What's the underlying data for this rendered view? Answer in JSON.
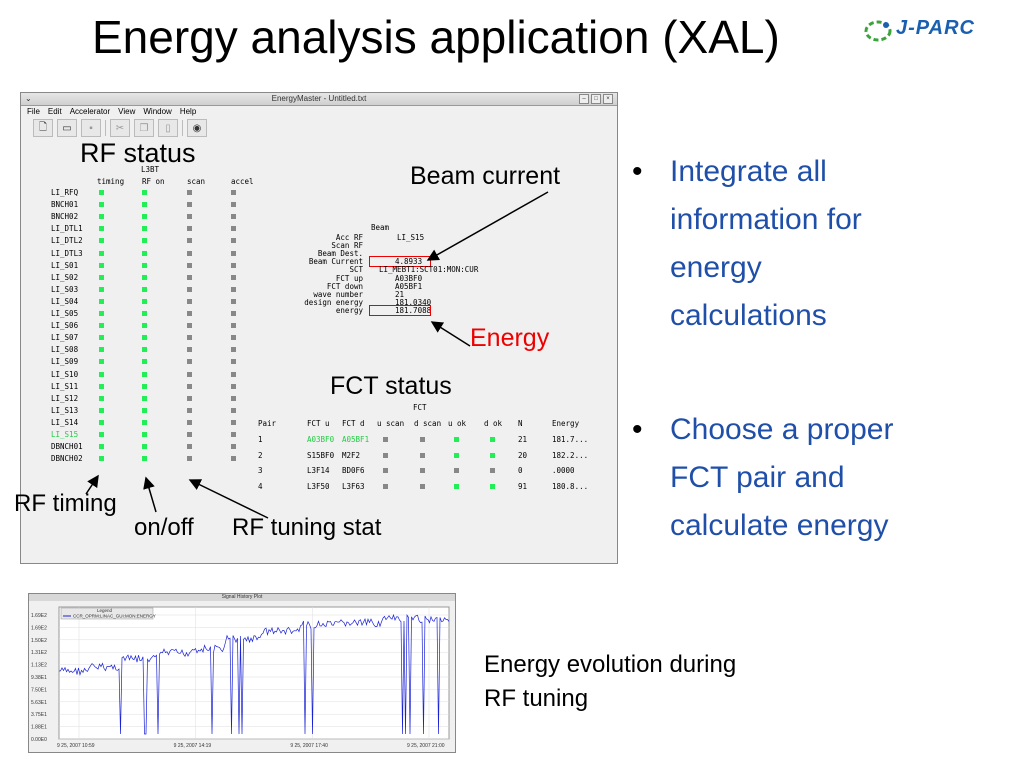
{
  "slide": {
    "title": "Energy analysis application (XAL)",
    "logo_text": "J-PARC"
  },
  "window": {
    "title": "EnergyMaster - Untitled.txt",
    "menu": [
      "File",
      "Edit",
      "Accelerator",
      "View",
      "Window",
      "Help"
    ]
  },
  "rf_table": {
    "headers": [
      "timing",
      "RF on",
      "scan",
      "accel"
    ],
    "header_extra": "L3BT",
    "rows": [
      {
        "name": "LI_RFQ",
        "timing": "g",
        "rfon": "g",
        "scan": "gr",
        "accel": "gr",
        "hl": false
      },
      {
        "name": "BNCH01",
        "timing": "g",
        "rfon": "g",
        "scan": "gr",
        "accel": "gr",
        "hl": false
      },
      {
        "name": "BNCH02",
        "timing": "g",
        "rfon": "g",
        "scan": "gr",
        "accel": "gr",
        "hl": false
      },
      {
        "name": "LI_DTL1",
        "timing": "g",
        "rfon": "g",
        "scan": "gr",
        "accel": "gr",
        "hl": false
      },
      {
        "name": "LI_DTL2",
        "timing": "g",
        "rfon": "g",
        "scan": "gr",
        "accel": "gr",
        "hl": false
      },
      {
        "name": "LI_DTL3",
        "timing": "g",
        "rfon": "g",
        "scan": "gr",
        "accel": "gr",
        "hl": false
      },
      {
        "name": "LI_S01",
        "timing": "g",
        "rfon": "g",
        "scan": "gr",
        "accel": "gr",
        "hl": false
      },
      {
        "name": "LI_S02",
        "timing": "g",
        "rfon": "g",
        "scan": "gr",
        "accel": "gr",
        "hl": false
      },
      {
        "name": "LI_S03",
        "timing": "g",
        "rfon": "g",
        "scan": "gr",
        "accel": "gr",
        "hl": false
      },
      {
        "name": "LI_S04",
        "timing": "g",
        "rfon": "g",
        "scan": "gr",
        "accel": "gr",
        "hl": false
      },
      {
        "name": "LI_S05",
        "timing": "g",
        "rfon": "g",
        "scan": "gr",
        "accel": "gr",
        "hl": false
      },
      {
        "name": "LI_S06",
        "timing": "g",
        "rfon": "g",
        "scan": "gr",
        "accel": "gr",
        "hl": false
      },
      {
        "name": "LI_S07",
        "timing": "g",
        "rfon": "g",
        "scan": "gr",
        "accel": "gr",
        "hl": false
      },
      {
        "name": "LI_S08",
        "timing": "g",
        "rfon": "g",
        "scan": "gr",
        "accel": "gr",
        "hl": false
      },
      {
        "name": "LI_S09",
        "timing": "g",
        "rfon": "g",
        "scan": "gr",
        "accel": "gr",
        "hl": false
      },
      {
        "name": "LI_S10",
        "timing": "g",
        "rfon": "g",
        "scan": "gr",
        "accel": "gr",
        "hl": false
      },
      {
        "name": "LI_S11",
        "timing": "g",
        "rfon": "g",
        "scan": "gr",
        "accel": "gr",
        "hl": false
      },
      {
        "name": "LI_S12",
        "timing": "g",
        "rfon": "g",
        "scan": "gr",
        "accel": "gr",
        "hl": false
      },
      {
        "name": "LI_S13",
        "timing": "g",
        "rfon": "g",
        "scan": "gr",
        "accel": "gr",
        "hl": false
      },
      {
        "name": "LI_S14",
        "timing": "g",
        "rfon": "g",
        "scan": "gr",
        "accel": "gr",
        "hl": false
      },
      {
        "name": "LI_S15",
        "timing": "g",
        "rfon": "g",
        "scan": "gr",
        "accel": "gr",
        "hl": true
      },
      {
        "name": "DBNCH01",
        "timing": "g",
        "rfon": "g",
        "scan": "gr",
        "accel": "gr",
        "hl": false
      },
      {
        "name": "DBNCH02",
        "timing": "g",
        "rfon": "g",
        "scan": "gr",
        "accel": "gr",
        "hl": false
      }
    ]
  },
  "beam": {
    "header": "Beam",
    "fields": [
      {
        "label": "Acc RF",
        "value": "LI_S15"
      },
      {
        "label": "Scan RF",
        "value": ""
      },
      {
        "label": "Beam Dest.",
        "value": ""
      },
      {
        "label": "Beam Current",
        "value": "4.8933"
      },
      {
        "label": "SCT",
        "value": "LI_MEBT1:SCT01:MON:CUR"
      },
      {
        "label": "FCT up",
        "value": "A03BF0"
      },
      {
        "label": "FCT down",
        "value": "A05BF1"
      },
      {
        "label": "wave number",
        "value": "21"
      },
      {
        "label": "design energy",
        "value": "181.0340"
      },
      {
        "label": "energy",
        "value": "181.7088"
      }
    ]
  },
  "fct": {
    "header": "FCT",
    "columns": [
      "Pair",
      "FCT u",
      "FCT d",
      "u scan",
      "d scan",
      "u ok",
      "d ok",
      "N",
      "Energy"
    ],
    "rows": [
      {
        "pair": "1",
        "u": "A03BF0",
        "d": "A05BF1",
        "us": "gr",
        "ds": "gr",
        "uok": "g",
        "dok": "g",
        "n": "21",
        "energy": "181.7...",
        "hl": true
      },
      {
        "pair": "2",
        "u": "S15BF0",
        "d": "M2F2",
        "us": "gr",
        "ds": "gr",
        "uok": "g",
        "dok": "g",
        "n": "20",
        "energy": "182.2...",
        "hl": false
      },
      {
        "pair": "3",
        "u": "L3F14",
        "d": "BD0F6",
        "us": "gr",
        "ds": "gr",
        "uok": "gr",
        "dok": "gr",
        "n": "0",
        "energy": ".0000",
        "hl": false
      },
      {
        "pair": "4",
        "u": "L3F50",
        "d": "L3F63",
        "us": "gr",
        "ds": "gr",
        "uok": "g",
        "dok": "g",
        "n": "91",
        "energy": "180.8...",
        "hl": false
      }
    ]
  },
  "annotations": {
    "rf_status": "RF status",
    "beam_current": "Beam current",
    "energy": "Energy",
    "fct_status": "FCT status",
    "rf_timing": "RF timing",
    "on_off": "on/off",
    "rf_tuning": "RF tuning stat"
  },
  "bullets": [
    [
      "Integrate all",
      "information for",
      "energy",
      "calculations"
    ],
    [
      "Choose a proper",
      "FCT pair and",
      "calculate energy"
    ]
  ],
  "plot": {
    "title": "Signal History Plot",
    "legend_title": "Legend",
    "legend_entry": "CCR_OPRM:LINAC_GUI:MON:ENERGY",
    "y_ticks": [
      "1.69E2",
      "1.69E2",
      "1.50E2",
      "1.31E2",
      "1.13E2",
      "9.38E1",
      "7.50E1",
      "5.63E1",
      "3.75E1",
      "1.88E1",
      "0.00E0"
    ],
    "x_ticks": [
      "9 25, 2007 10:59",
      "9 25, 2007 14:19",
      "9 25, 2007 17:40",
      "9 25, 2007 21:00"
    ],
    "line_color": "#1a22d6"
  },
  "caption": [
    "Energy evolution during",
    "RF tuning"
  ]
}
